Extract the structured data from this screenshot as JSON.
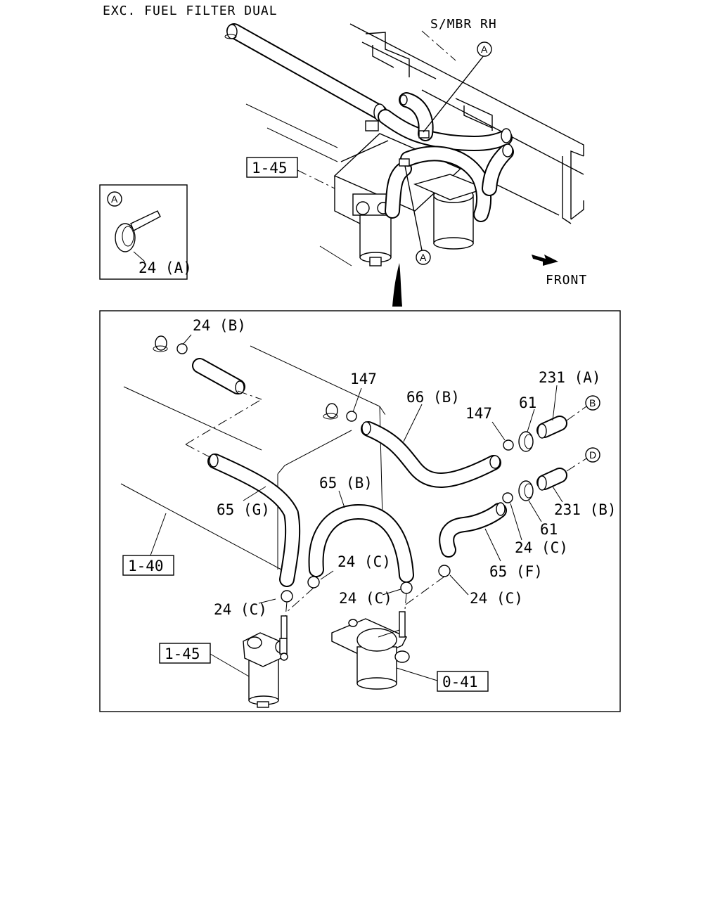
{
  "header": {
    "title": "EXC. FUEL FILTER DUAL",
    "member_label": "S/MBR RH",
    "front_label": "FRONT"
  },
  "detail_inset": {
    "marker": "A",
    "part": "24 (A)"
  },
  "callout_markers": {
    "top_a1": "A",
    "top_a2": "A",
    "b": "B",
    "d": "D"
  },
  "refs": {
    "top_filter": "1-45",
    "frame": "1-40",
    "left_filter": "1-45",
    "right_filter": "0-41"
  },
  "parts": {
    "p24b": "24 (B)",
    "p147a": "147",
    "p147b": "147",
    "p66b": "66 (B)",
    "p61a": "61",
    "p61b": "61",
    "p231a": "231 (A)",
    "p231b": "231 (B)",
    "p65b": "65 (B)",
    "p65g": "65 (G)",
    "p65f": "65 (F)",
    "p24c_1": "24 (C)",
    "p24c_2": "24 (C)",
    "p24c_3": "24 (C)",
    "p24c_4": "24 (C)",
    "p24c_5": "24 (C)"
  }
}
